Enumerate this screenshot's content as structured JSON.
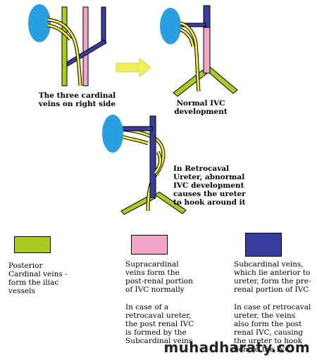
{
  "colors": {
    "kidney": "#2a9fe0",
    "posterior_cardinal": "#aacc22",
    "supracardinal": "#f4a6c8",
    "subcardinal": "#3a3ca0",
    "ureter": "#f2ea3a",
    "arrow": "#f0ee5a"
  },
  "panels": {
    "top_left_caption": "The three cardinal\nveins on right side",
    "top_right_caption": "Normal IVC\ndevelopment",
    "middle_caption": "In Retrocaval\nUreter, abnormal\nIVC development\ncauses the ureter\nto hook around it"
  },
  "legend": [
    {
      "key": "posterior_cardinal",
      "text": "Posterior\nCardinal veins -\nform the iliac\nvessels",
      "note": ""
    },
    {
      "key": "supracardinal",
      "text": "Supracardinal\nveins form the\npost-renal portion\nof IVC normally",
      "note": "In case of a\nretrocaval ureter,\nthe post renal IVC\nis formed by the\nSubcardinal veins"
    },
    {
      "key": "subcardinal",
      "text": "Subcardinal veins,\nwhich lie anterior to\nureter, form the pre-\nrenal portion of IVC",
      "note": "In case of retrocaval\nureter, the veins\nalso form the post\nrenal IVC, causing\nthe ureter to hook\nbehind the IVC"
    }
  ],
  "watermark": "muhadharaty.com",
  "icons": {
    "kidney": "kidney-ellipse",
    "flow_arrow": "right-arrow"
  }
}
